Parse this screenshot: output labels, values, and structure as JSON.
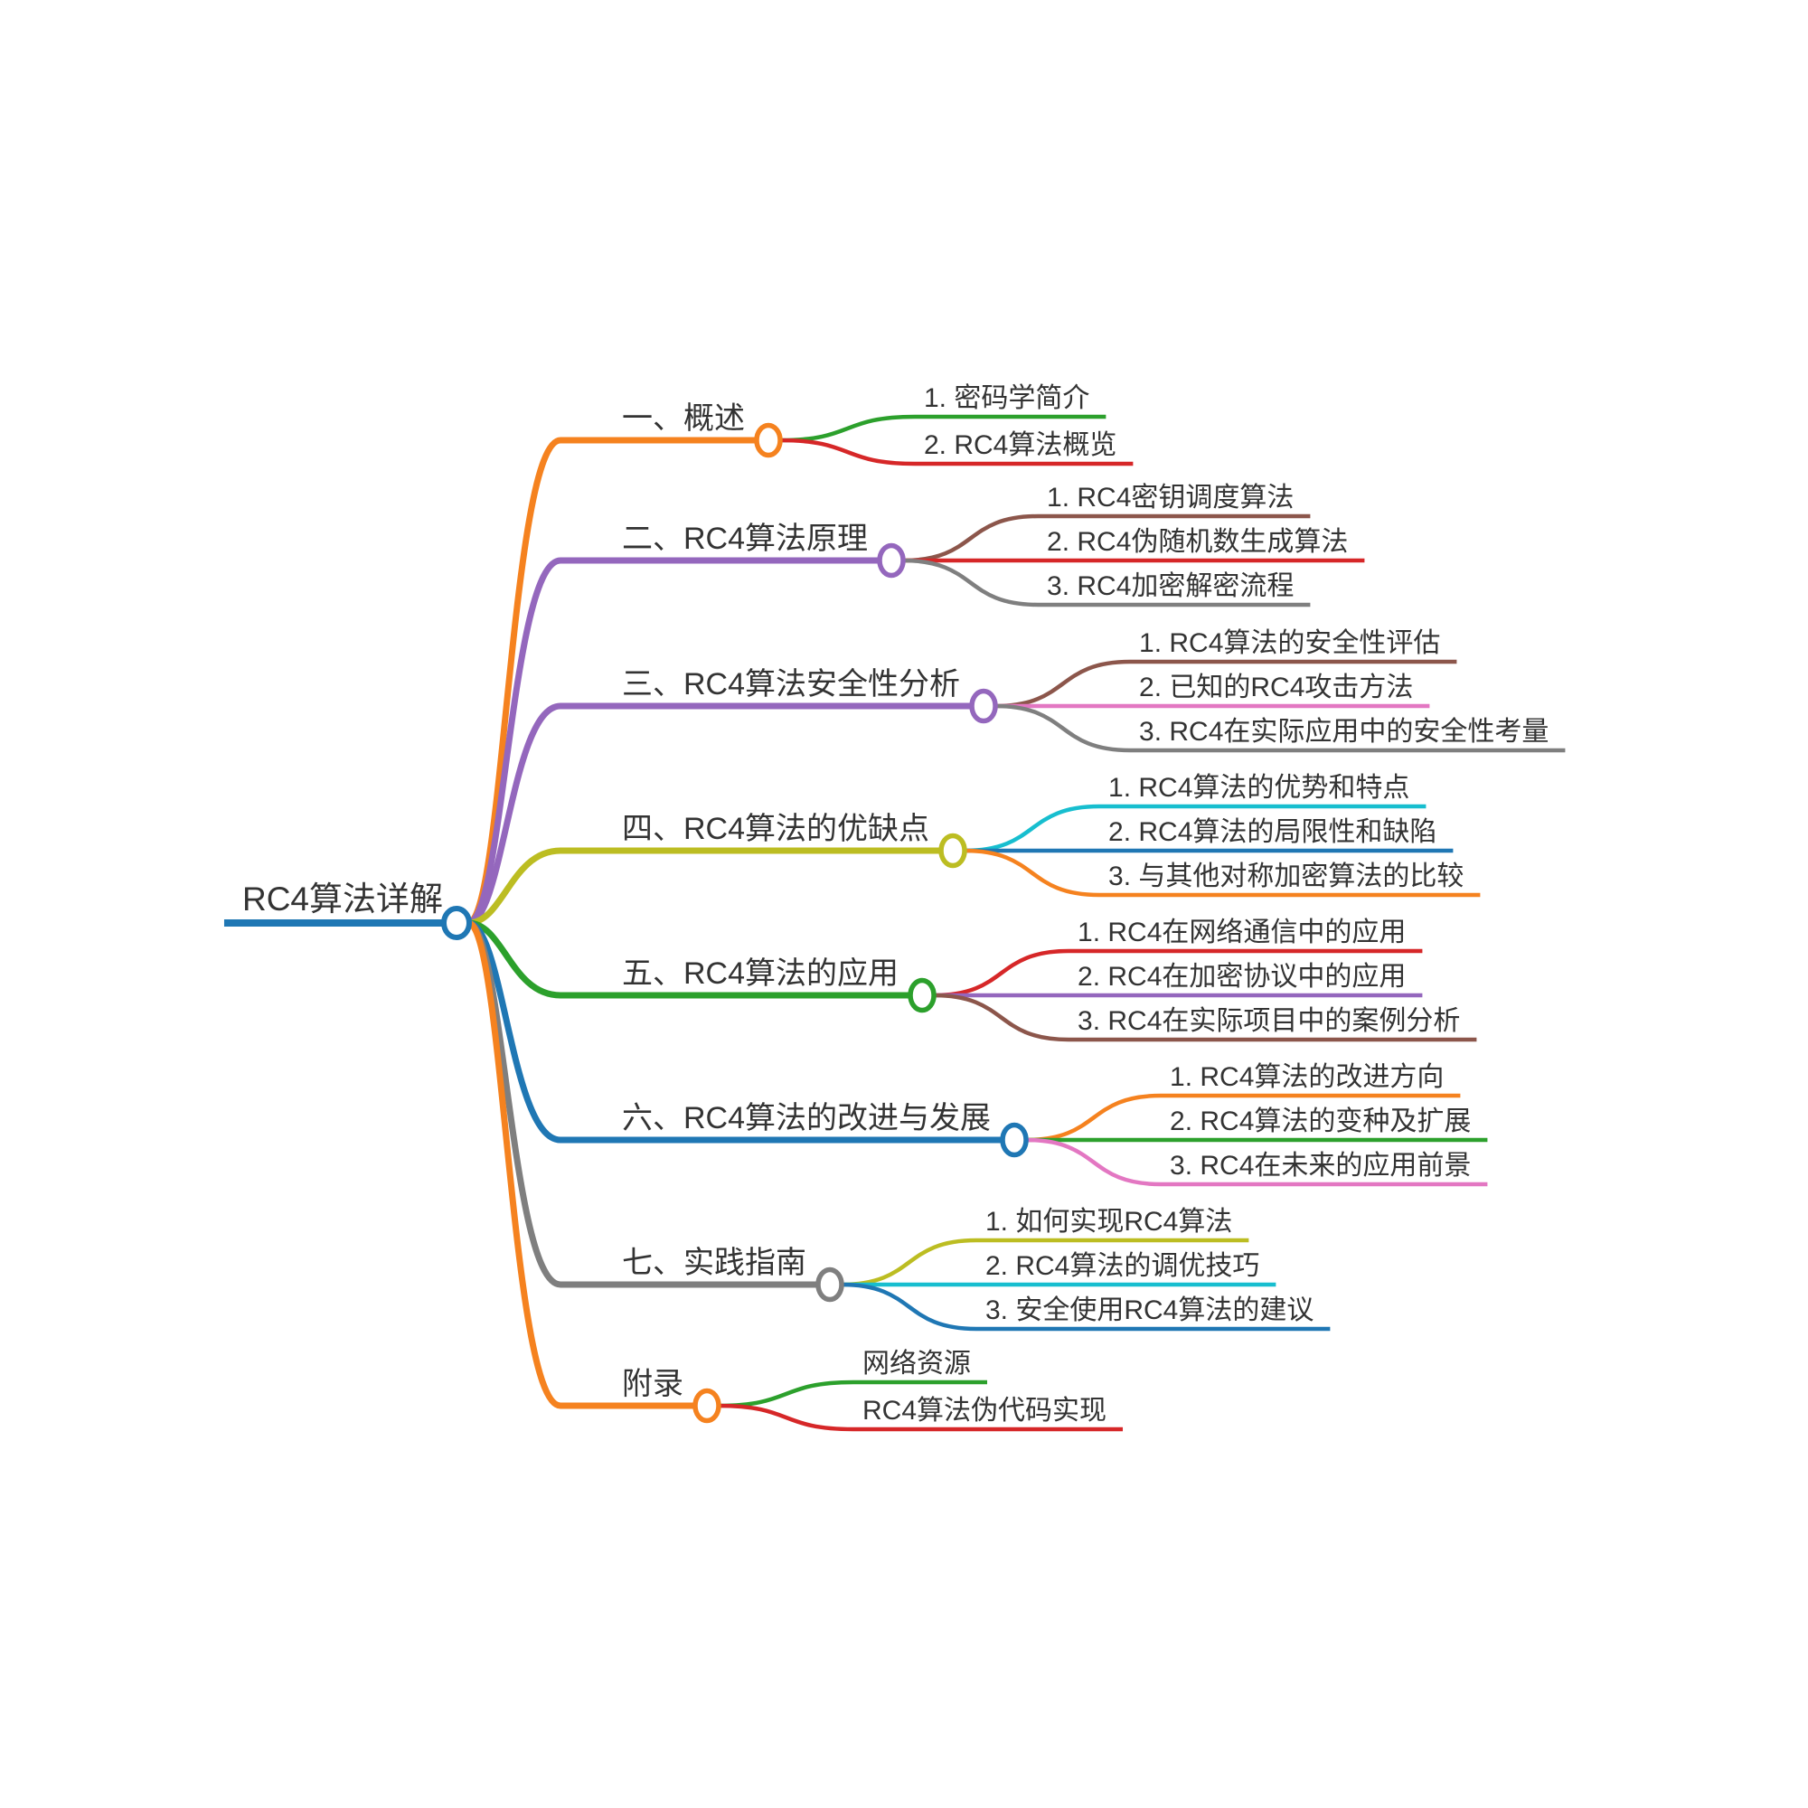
{
  "title": "RC4算法详解",
  "palette": {
    "blue": "#1f77b4",
    "orange": "#f5821f",
    "green": "#2ca02c",
    "red": "#d62728",
    "purple": "#9467bd",
    "brown": "#8c564b",
    "pink": "#e377c2",
    "gray": "#7f7f7f",
    "olive": "#bcbd22",
    "cyan": "#17becf",
    "text": "#333333",
    "node_fill": "#ffffff"
  },
  "root": {
    "label": "RC4算法详解",
    "color": "#1f77b4"
  },
  "branches": [
    {
      "label": "一、概述",
      "color": "#f5821f",
      "children": [
        {
          "label": "1. 密码学简介",
          "color": "#2ca02c"
        },
        {
          "label": "2. RC4算法概览",
          "color": "#d62728"
        }
      ]
    },
    {
      "label": "二、RC4算法原理",
      "color": "#9467bd",
      "children": [
        {
          "label": "1. RC4密钥调度算法",
          "color": "#8c564b"
        },
        {
          "label": "2. RC4伪随机数生成算法",
          "color": "#d62728"
        },
        {
          "label": "3. RC4加密解密流程",
          "color": "#7f7f7f"
        }
      ]
    },
    {
      "label": "三、RC4算法安全性分析",
      "color": "#9467bd",
      "children": [
        {
          "label": "1. RC4算法的安全性评估",
          "color": "#8c564b"
        },
        {
          "label": "2. 已知的RC4攻击方法",
          "color": "#e377c2"
        },
        {
          "label": "3. RC4在实际应用中的安全性考量",
          "color": "#7f7f7f"
        }
      ]
    },
    {
      "label": "四、RC4算法的优缺点",
      "color": "#bcbd22",
      "children": [
        {
          "label": "1. RC4算法的优势和特点",
          "color": "#17becf"
        },
        {
          "label": "2. RC4算法的局限性和缺陷",
          "color": "#1f77b4"
        },
        {
          "label": "3. 与其他对称加密算法的比较",
          "color": "#f5821f"
        }
      ]
    },
    {
      "label": "五、RC4算法的应用",
      "color": "#2ca02c",
      "children": [
        {
          "label": "1. RC4在网络通信中的应用",
          "color": "#d62728"
        },
        {
          "label": "2. RC4在加密协议中的应用",
          "color": "#9467bd"
        },
        {
          "label": "3. RC4在实际项目中的案例分析",
          "color": "#8c564b"
        }
      ]
    },
    {
      "label": "六、RC4算法的改进与发展",
      "color": "#1f77b4",
      "children": [
        {
          "label": "1. RC4算法的改进方向",
          "color": "#f5821f"
        },
        {
          "label": "2. RC4算法的变种及扩展",
          "color": "#2ca02c"
        },
        {
          "label": "3. RC4在未来的应用前景",
          "color": "#e377c2"
        }
      ]
    },
    {
      "label": "七、实践指南",
      "color": "#7f7f7f",
      "children": [
        {
          "label": "1. 如何实现RC4算法",
          "color": "#bcbd22"
        },
        {
          "label": "2. RC4算法的调优技巧",
          "color": "#17becf"
        },
        {
          "label": "3. 安全使用RC4算法的建议",
          "color": "#1f77b4"
        }
      ]
    },
    {
      "label": "附录",
      "color": "#f5821f",
      "children": [
        {
          "label": "网络资源",
          "color": "#2ca02c"
        },
        {
          "label": "RC4算法伪代码实现",
          "color": "#d62728"
        }
      ]
    }
  ]
}
